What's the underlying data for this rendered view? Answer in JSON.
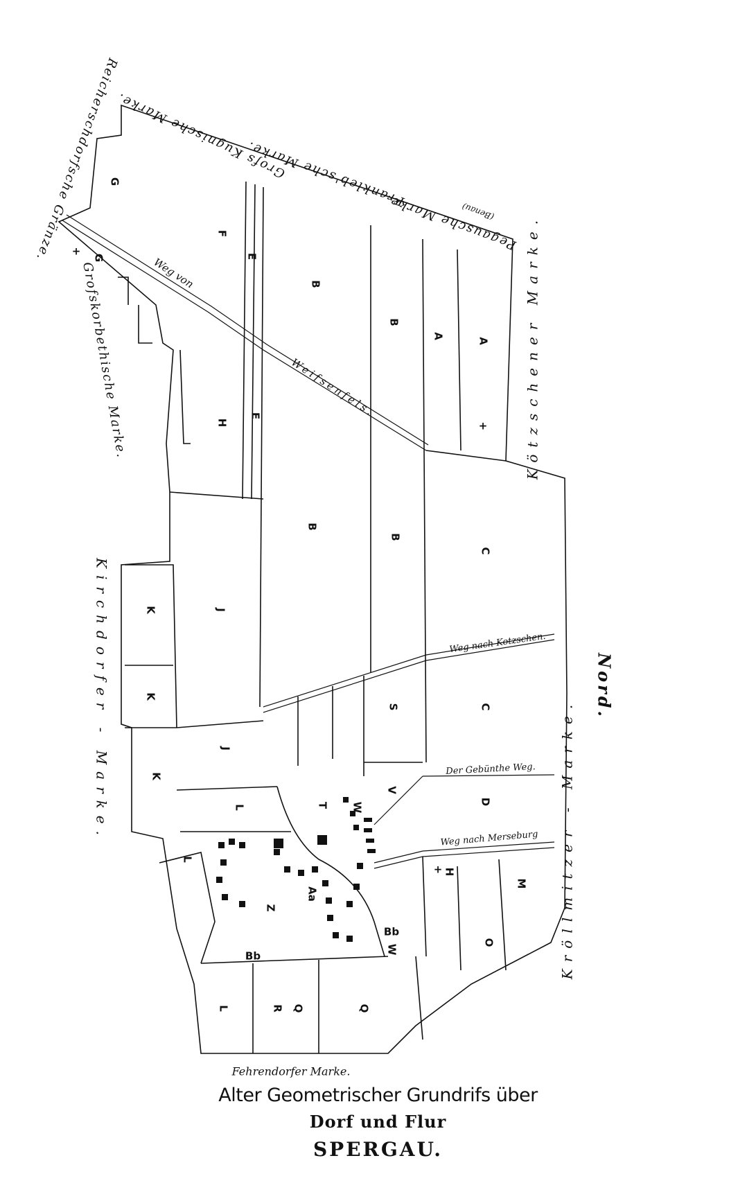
{
  "title": {
    "line1": "Alter Geometrischer Grundrifs über",
    "line2": "Dorf und Flur",
    "line3": "SPERGAU."
  },
  "north_label": "Nord.",
  "neighbours": {
    "reichersdorf": "Reicherschdorfsche Gränze.",
    "grosskugel": "Grofs Kugnische Marke.",
    "frankleben": "Frankleb'sche Marke.",
    "pegau": "Pegausche Marke.",
    "pegau_note": "(Benau)",
    "kotzschen": "Kötzschener Marke.",
    "grosskorbetha": "Grofskorbethische Marke.",
    "kirchdorf": "Kirchdorfer - Marke.",
    "fehrendorf": "Fehrendorfer Marke.",
    "kollmitz": "Kröllmitzer - Marke."
  },
  "roads": {
    "weissenfels_1": "Weg von",
    "weissenfels_2": "Weifsenfels.",
    "kotzschen": "Weg nach Kotzschen.",
    "gebunde": "Der Gebünthe Weg.",
    "merseburg": "Weg nach Merseburg"
  },
  "parcels": {
    "g1": "G",
    "g2": "G",
    "f": "F",
    "e1": "E",
    "e2": "E",
    "h1": "H",
    "b1": "B",
    "b2": "B",
    "b3": "B",
    "b4": "B",
    "a1": "A",
    "a2": "A",
    "c1": "C",
    "c2": "C",
    "d": "D",
    "j1": "J",
    "j2": "J",
    "k1": "K",
    "k2": "K",
    "k3": "K",
    "l1": "L",
    "l2": "L",
    "l3": "L",
    "s": "S",
    "v": "V",
    "t": "T",
    "w1": "W",
    "w2": "W",
    "aa": "Aa",
    "z": "Z",
    "bb1": "Bb",
    "bb2": "Bb",
    "q1": "Q",
    "q2": "Q",
    "r": "R",
    "m": "M",
    "o": "O",
    "h2": "H"
  },
  "symbols": {
    "cross1": "+",
    "cross2": "+",
    "cross3": "+"
  }
}
